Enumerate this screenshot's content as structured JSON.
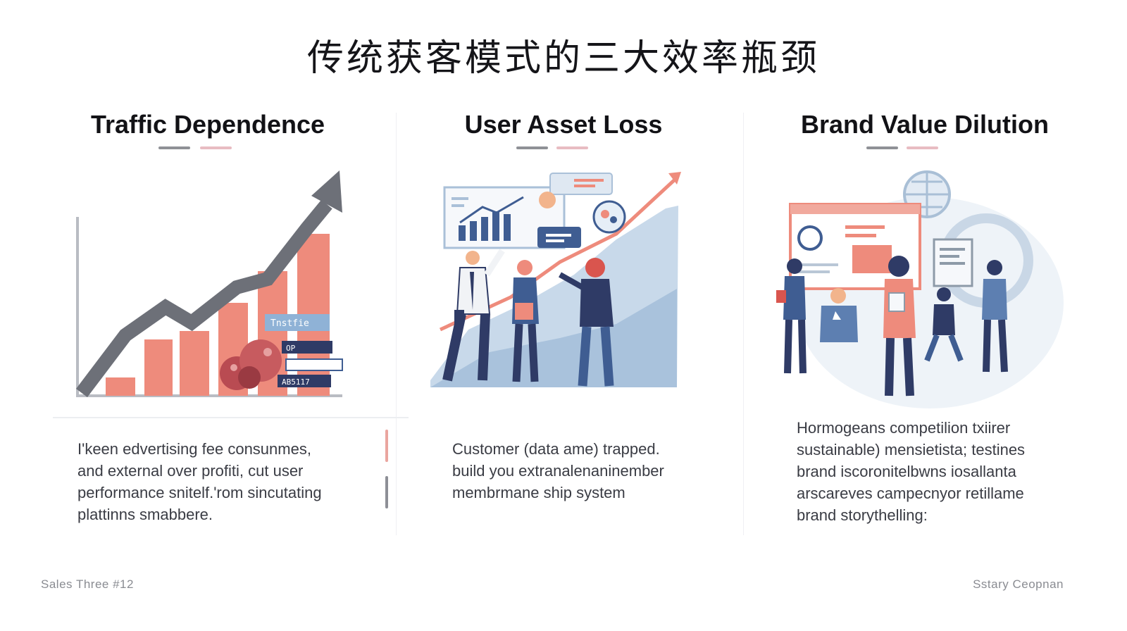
{
  "slide": {
    "title": "传统获客模式的三大效率瓶颈"
  },
  "columns": [
    {
      "heading": "Traffic Dependence",
      "illustration_label": "Tnstfie",
      "illustration_small_labels": [
        "OP",
        "AB5117"
      ],
      "body": "I'keen edvertising fee consunmes,\nand external over profiti, cut user\nperformance snitelf.'rom sincutating\nplattinns smabbere."
    },
    {
      "heading": "User Asset Loss",
      "body": "Customer (data ame) trapped.\nbuild you extranalenaninember\nmembrmane ship system"
    },
    {
      "heading": "Brand Value Dilution",
      "body": "Hormogeans competilion txiirer\nsustainable) mensietista; testines\nbrand iscoronitelbwns iosallanta\narscareves campecnyor retillame\nbrand storythelling:"
    }
  ],
  "footer": {
    "left": "Sales Three #12",
    "right": "Sstary Ceopnan"
  },
  "colors": {
    "accent_coral": "#ee8b7c",
    "accent_grey": "#6d7078",
    "accent_navy": "#2f3b66",
    "accent_blue": "#3f5d92"
  }
}
